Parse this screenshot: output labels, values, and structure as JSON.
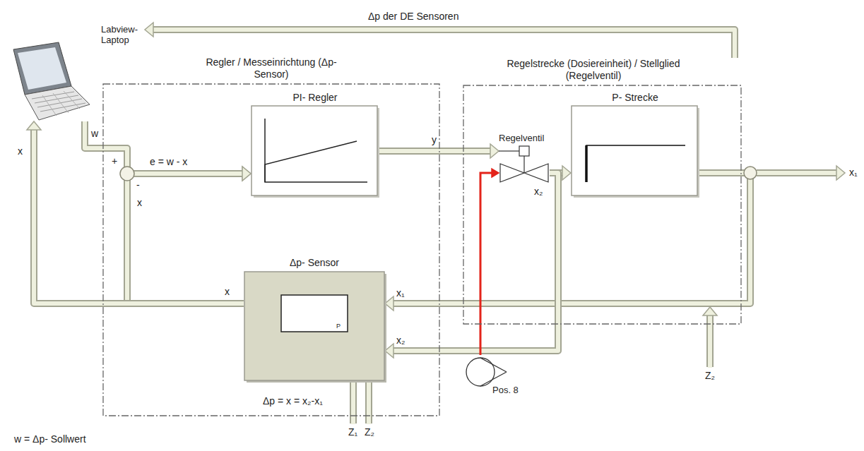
{
  "diagram": {
    "nodes": [
      {
        "text": [
          "Labview- Laptop"
        ]
      },
      {
        "text": [
          "Regler / Messeinrichtung (Δp-Sensor)"
        ]
      },
      {
        "text": [
          "PI- Regler"
        ],
        "in": 1
      },
      {
        "text": [
          "Δp- Sensor",
          "P"
        ],
        "in": 1
      },
      {
        "text": [
          "Regelstrecke (Dosiereinheit) / Stellglied (Regelventil)"
        ]
      },
      {
        "text": [
          "Regelventil"
        ],
        "in": 4
      },
      {
        "text": [
          "P- Strecke"
        ],
        "in": 4
      },
      {
        "text": [
          "Pos. 8"
        ]
      }
    ],
    "edges": [
      {
        "from": 4,
        "to": 0,
        "arrow": "to",
        "label": "Δp der DE Sensoren"
      },
      {
        "from": 0,
        "to": 2,
        "arrow": "to",
        "label": "w"
      },
      {
        "from": 3,
        "to": 2,
        "arrow": "to",
        "label": "x"
      },
      {
        "from": 3,
        "to": 0,
        "arrow": "to",
        "label": "x"
      },
      {
        "from": 2,
        "to": 5,
        "arrow": "to",
        "label": "y"
      },
      {
        "from": 7,
        "to": 5,
        "arrow": "to"
      },
      {
        "from": 5,
        "to": 6,
        "arrow": "to"
      },
      {
        "from": 6,
        "to": 3,
        "arrow": "to",
        "label": "x₁"
      },
      {
        "from": 5,
        "to": 3,
        "arrow": "to",
        "label": "x₂"
      }
    ],
    "labels": [
      "+",
      "-",
      "e = w - x",
      "x",
      "x₂",
      "x₁",
      "Δp = x = x₂-x₁",
      "Z₁",
      "Z₂",
      "Z₂",
      "w = Δp- Sollwert"
    ]
  }
}
